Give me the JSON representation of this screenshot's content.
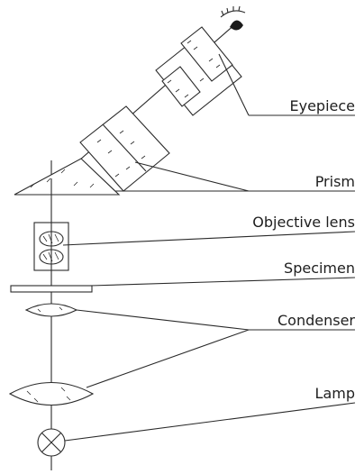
{
  "labels": {
    "eyepiece": "Eyepiece",
    "prism": "Prism",
    "objective_lens": "Objective lens",
    "specimen": "Specimen",
    "condenser": "Condenser",
    "lamp": "Lamp"
  }
}
